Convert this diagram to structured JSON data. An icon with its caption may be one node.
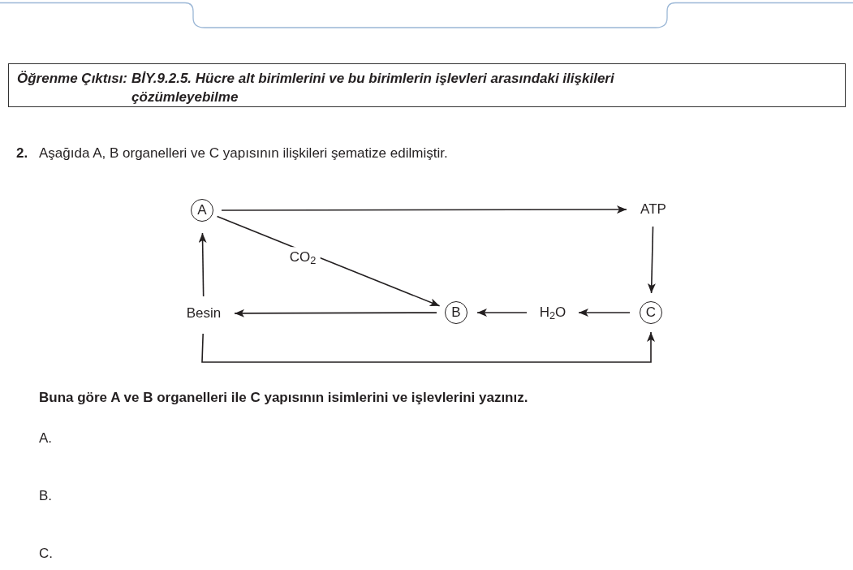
{
  "diagram": {
    "nodes": [
      {
        "text": [
          "Öğrenme Çıktısı:",
          "BİY.9.2.5. Hücre alt birimlerini ve bu birimlerin işlevleri arasındaki ilişkileri çözümleyebilme"
        ]
      },
      {
        "text": [
          "A"
        ]
      },
      {
        "text": [
          "ATP"
        ]
      },
      {
        "text": [
          "B"
        ]
      },
      {
        "text": [
          "H$_{2}$O"
        ]
      },
      {
        "text": [
          "C"
        ]
      },
      {
        "text": [
          "Besin"
        ]
      }
    ],
    "edges": [
      {
        "from": 1,
        "to": 2,
        "arrow": "to"
      },
      {
        "from": 1,
        "to": 3,
        "arrow": "to",
        "label": "CO$_{2}$"
      },
      {
        "from": 2,
        "to": 5,
        "arrow": "to"
      },
      {
        "from": 5,
        "to": 4,
        "arrow": "to"
      },
      {
        "from": 4,
        "to": 3,
        "arrow": "to"
      },
      {
        "from": 3,
        "to": 6,
        "arrow": "to"
      },
      {
        "from": 6,
        "to": 1,
        "arrow": "to"
      },
      {
        "from": 6,
        "to": 5,
        "arrow": "to"
      }
    ],
    "labels": [
      "2.",
      "Aşağıda A, B organelleri ve C yapısının ilişkileri şematize edilmiştir.",
      "Buna göre A ve B organelleri ile C yapısının isimlerini ve işlevlerini yazınız.",
      "A.",
      "B.",
      "C."
    ]
  }
}
